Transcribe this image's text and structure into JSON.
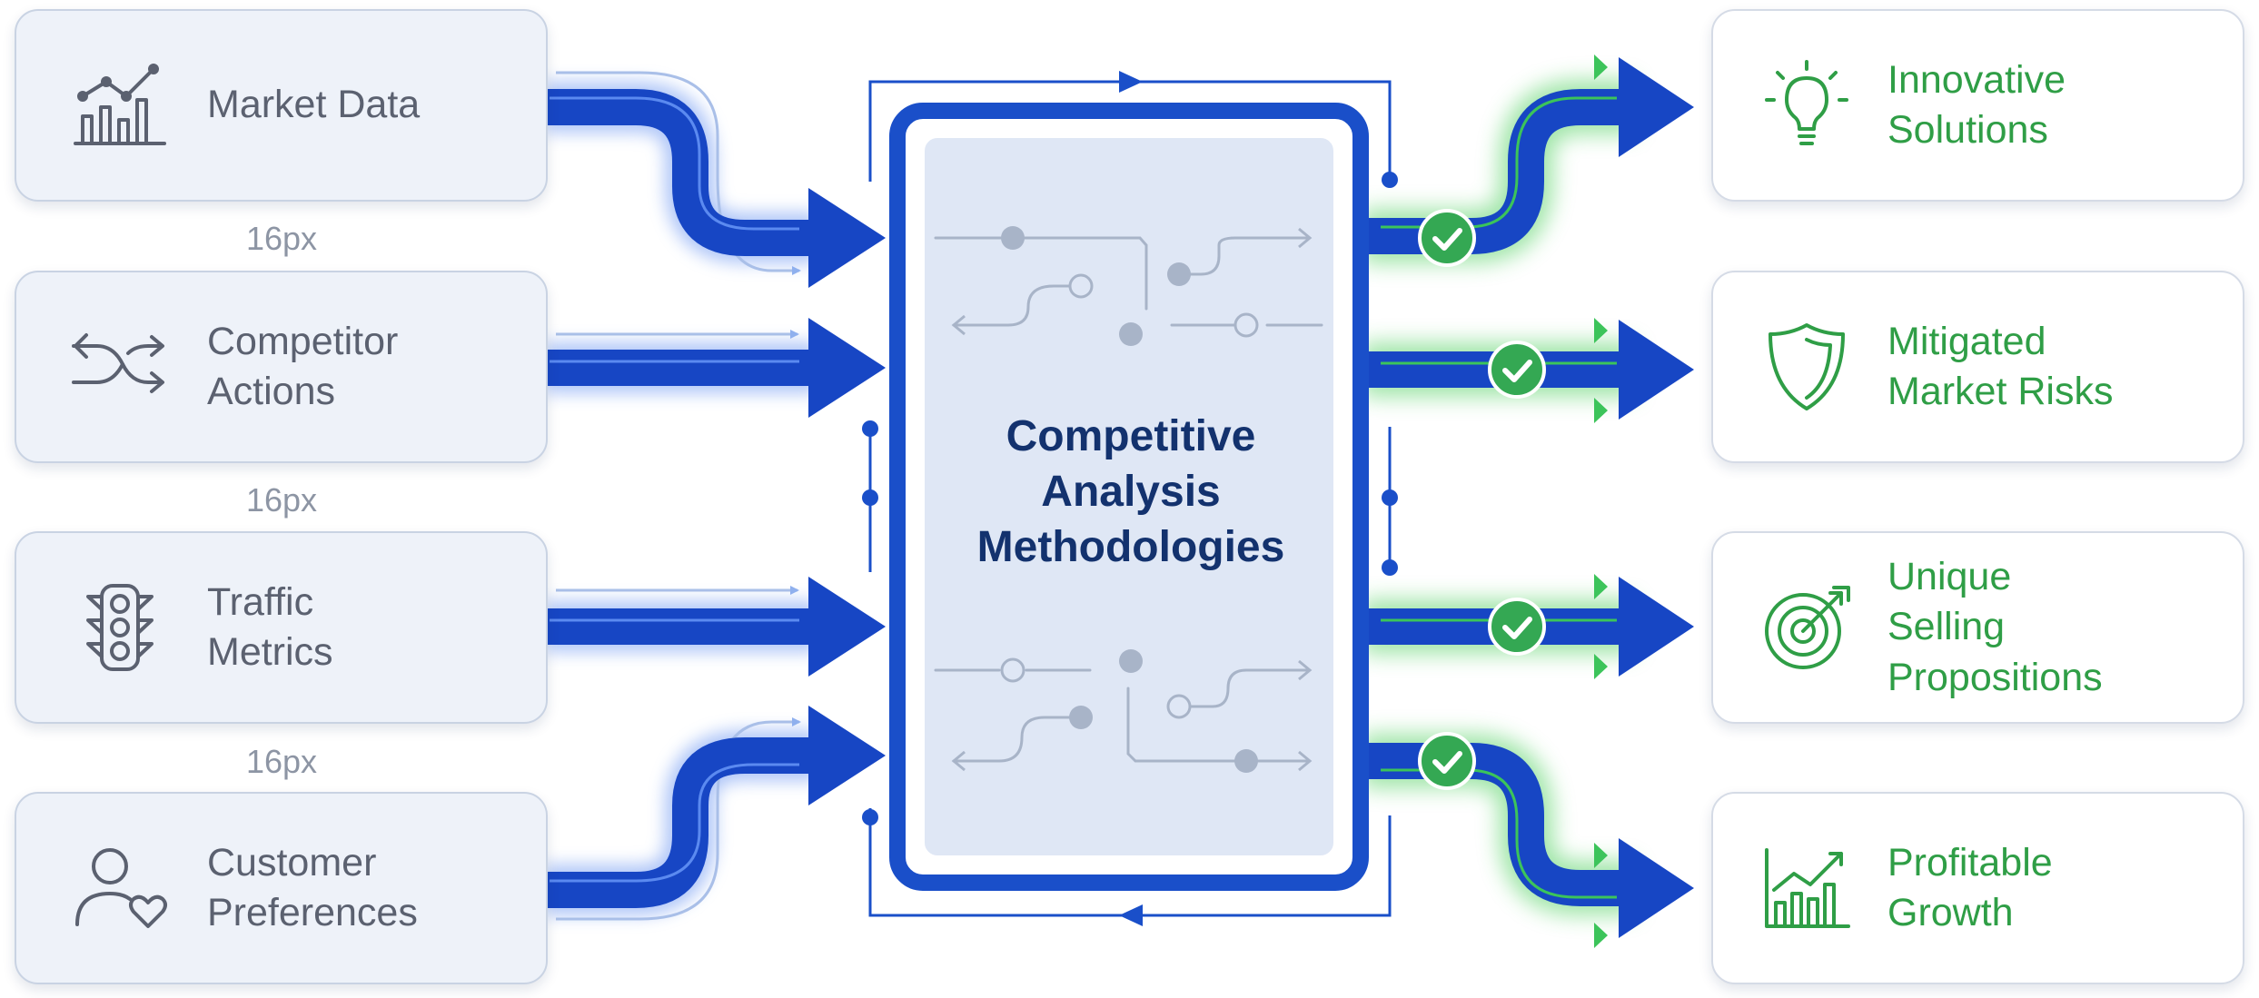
{
  "inputs": [
    {
      "label": "Market Data",
      "icon": "line-chart-icon"
    },
    {
      "label": "Competitor\nActions",
      "icon": "shuffle-icon"
    },
    {
      "label": "Traffic\nMetrics",
      "icon": "traffic-light-icon"
    },
    {
      "label": "Customer\nPreferences",
      "icon": "user-heart-icon"
    }
  ],
  "gap_labels": [
    "16px",
    "16px",
    "16px"
  ],
  "center": {
    "title": "Competitive\nAnalysis\nMethodologies"
  },
  "outputs": [
    {
      "label": "Innovative\nSolutions",
      "icon": "lightbulb-icon"
    },
    {
      "label": "Mitigated\nMarket Risks",
      "icon": "shield-icon"
    },
    {
      "label": "Unique\nSelling\nPropositions",
      "icon": "target-icon"
    },
    {
      "label": "Profitable\nGrowth",
      "icon": "growth-chart-icon"
    }
  ],
  "colors": {
    "arrow_blue": "#1746c4",
    "center_border": "#1a4fc9",
    "output_green": "#2f9e46",
    "check_green": "#34a853",
    "icon_gray": "#5b6170"
  }
}
